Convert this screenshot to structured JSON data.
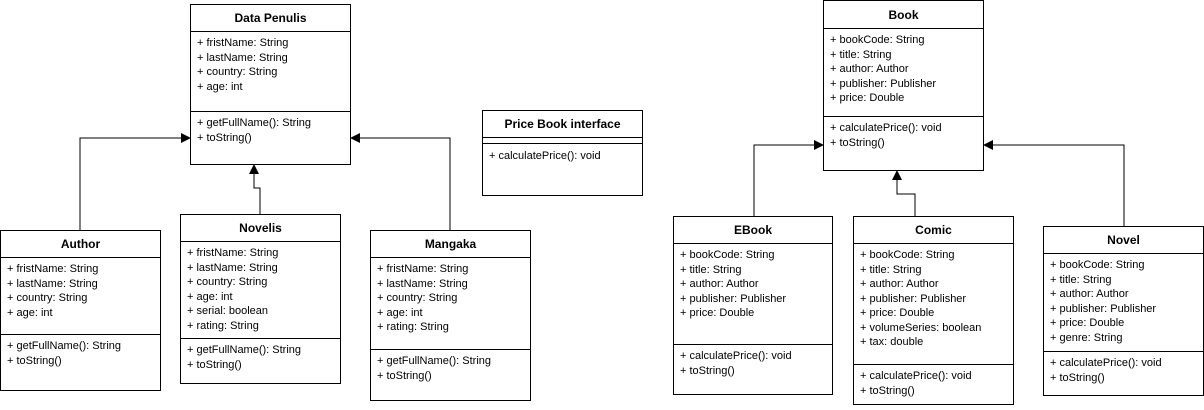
{
  "classes": {
    "data_penulis": {
      "name": "Data Penulis",
      "attributes": [
        "+ fristName: String",
        "+ lastName: String",
        "+ country: String",
        "+ age: int"
      ],
      "operations": [
        "+ getFullName(): String",
        "+ toString()"
      ]
    },
    "author": {
      "name": "Author",
      "attributes": [
        "+ fristName: String",
        "+ lastName: String",
        "+ country: String",
        "+ age: int"
      ],
      "operations": [
        "+ getFullName(): String",
        "+ toString()"
      ]
    },
    "novelis": {
      "name": "Novelis",
      "attributes": [
        "+ fristName: String",
        "+ lastName: String",
        "+ country: String",
        "+ age: int",
        "+ serial: boolean",
        "+ rating: String"
      ],
      "operations": [
        "+ getFullName(): String",
        "+ toString()"
      ]
    },
    "mangaka": {
      "name": "Mangaka",
      "attributes": [
        "+ fristName: String",
        "+ lastName: String",
        "+ country: String",
        "+ age: int",
        "+ rating: String"
      ],
      "operations": [
        "+ getFullName(): String",
        "+ toString()"
      ]
    },
    "price_book": {
      "name": "Price Book interface",
      "attributes": [],
      "operations": [
        "+ calculatePrice(): void"
      ]
    },
    "book": {
      "name": "Book",
      "attributes": [
        "+ bookCode: String",
        "+ title: String",
        "+ author: Author",
        "+ publisher: Publisher",
        "+ price: Double"
      ],
      "operations": [
        "+ calculatePrice(): void",
        "+ toString()"
      ]
    },
    "ebook": {
      "name": "EBook",
      "attributes": [
        "+ bookCode: String",
        "+ title: String",
        "+ author: Author",
        "+ publisher: Publisher",
        "+ price: Double"
      ],
      "operations": [
        "+ calculatePrice(): void",
        "+ toString()"
      ]
    },
    "comic": {
      "name": "Comic",
      "attributes": [
        "+ bookCode: String",
        "+ title: String",
        "+ author: Author",
        "+ publisher: Publisher",
        "+ price: Double",
        "+ volumeSeries: boolean",
        "+ tax: double"
      ],
      "operations": [
        "+ calculatePrice(): void",
        "+ toString()"
      ]
    },
    "novel": {
      "name": "Novel",
      "attributes": [
        "+ bookCode: String",
        "+ title: String",
        "+ author: Author",
        "+ publisher: Publisher",
        "+ price: Double",
        "+ genre: String"
      ],
      "operations": [
        "+ calculatePrice(): void",
        "+ toString()"
      ]
    }
  },
  "relations": [
    {
      "from": "author",
      "to": "data_penulis",
      "type": "inheritance"
    },
    {
      "from": "novelis",
      "to": "data_penulis",
      "type": "inheritance"
    },
    {
      "from": "mangaka",
      "to": "data_penulis",
      "type": "inheritance"
    },
    {
      "from": "ebook",
      "to": "book",
      "type": "inheritance"
    },
    {
      "from": "comic",
      "to": "book",
      "type": "inheritance"
    },
    {
      "from": "novel",
      "to": "book",
      "type": "inheritance"
    }
  ],
  "colors": {
    "line": "#000000",
    "background": "#ffffff"
  }
}
